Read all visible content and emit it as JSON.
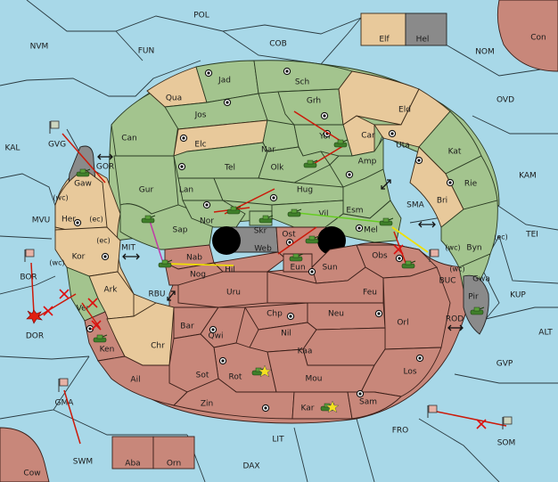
{
  "map": {
    "colors": {
      "sea": "#a8d8e8",
      "green": "#a3c48e",
      "tan": "#e8c99b",
      "red": "#c8877a",
      "gray": "#8a8a8a",
      "order": "#cc1a0a"
    },
    "labels": {
      "POL": "POL",
      "NVM": "NVM",
      "FUN": "FUN",
      "COB": "COB",
      "NOM": "NOM",
      "Con": "Con",
      "Elf": "Elf",
      "Hel": "Hel",
      "OVD": "OVD",
      "KAL": "KAL",
      "KAM": "KAM",
      "TEI": "TEI",
      "MVU": "MVU",
      "MIT": "MIT",
      "RBU": "RBU",
      "BOR": "BOR",
      "DOR": "DOR",
      "GOR": "GOR",
      "SMA": "SMA",
      "BUC": "BUC",
      "KUP": "KUP",
      "ROD": "ROD",
      "ALT": "ALT",
      "GVP": "GVP",
      "FRO": "FRO",
      "SOM": "SOM",
      "LIT": "LIT",
      "SWM": "SWM",
      "DAX": "DAX",
      "Cow": "Cow",
      "Aba": "Aba",
      "Orn": "Orn",
      "GMA": "GMA",
      "GVG": "GVG",
      "Jad": "Jad",
      "Sch": "Sch",
      "Qua": "Qua",
      "Jos": "Jos",
      "Grh": "Grh",
      "Eld": "Eld",
      "Can": "Can",
      "Elc": "Elc",
      "Nar": "Nar",
      "Yor": "Yor",
      "Car": "Car",
      "Uta": "Uta",
      "Kat": "Kat",
      "Tel": "Tel",
      "Olk": "Olk",
      "Amp": "Amp",
      "Gaw": "Gaw",
      "Gur": "Gur",
      "Lan": "Lan",
      "Hug": "Hug",
      "Rie": "Rie",
      "Bri": "Bri",
      "Esm": "Esm",
      "Vil": "Vil",
      "Nor": "Nor",
      "Skr": "Skr",
      "Sap": "Sap",
      "Web": "Web",
      "Ost": "Ost",
      "Mel": "Mel",
      "Her": "Her",
      "Kor": "Kor",
      "Nab": "Nab",
      "Eun": "Eun",
      "Sun": "Sun",
      "Obs": "Obs",
      "Byn": "Byn",
      "Gwa": "Gwa",
      "Hil": "Hil",
      "Nog": "Nog",
      "Uru": "Uru",
      "Feu": "Feu",
      "Ark": "Ark",
      "Pir": "Pir",
      "Ver": "Ver",
      "Chp": "Chp",
      "Neu": "Neu",
      "Bar": "Bar",
      "Qwi": "Qwi",
      "Nil": "Nil",
      "Orl": "Orl",
      "Ken": "Ken",
      "Chr": "Chr",
      "Kaa": "Kaa",
      "Rot": "Rot",
      "Sot": "Sot",
      "Ail": "Ail",
      "Mou": "Mou",
      "Los": "Los",
      "Zin": "Zin",
      "Kar": "Kar",
      "Sam": "Sam",
      "wc_her": "(wc)",
      "ec_her": "(ec)",
      "wc_kor": "(wc)",
      "ec_kor": "(ec)",
      "wc_byn": "(wc)",
      "ec_byn": "(ec)",
      "wc_gwa": "(wc)"
    }
  }
}
